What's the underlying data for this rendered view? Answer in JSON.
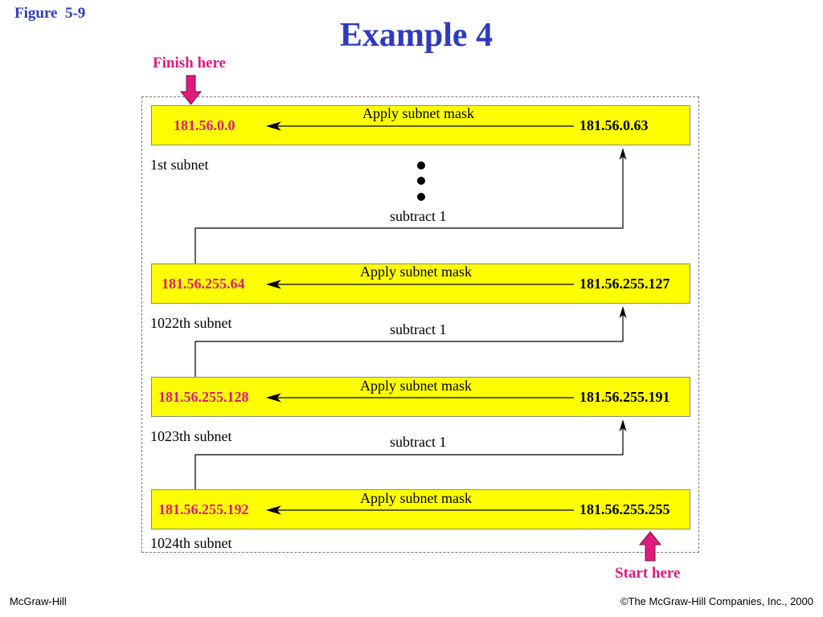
{
  "figure_label": "Figure  5-9",
  "title": "Example 4",
  "finish_label": "Finish here",
  "start_label": "Start here",
  "mask_label": "Apply subnet mask",
  "subtract_label": "subtract 1",
  "subnets": [
    {
      "first": "181.56.0.0",
      "last": "181.56.0.63",
      "label": "1st subnet"
    },
    {
      "first": "181.56.255.64",
      "last": "181.56.255.127",
      "label": "1022th subnet"
    },
    {
      "first": "181.56.255.128",
      "last": "181.56.255.191",
      "label": "1023th subnet"
    },
    {
      "first": "181.56.255.192",
      "last": "181.56.255.255",
      "label": "1024th subnet"
    }
  ],
  "footer": {
    "left": "McGraw-Hill",
    "right": "©The McGraw-Hill Companies, Inc., 2000"
  },
  "colors": {
    "title": "#2e3bc0",
    "highlight": "#e0197d",
    "band": "#ffff00"
  }
}
